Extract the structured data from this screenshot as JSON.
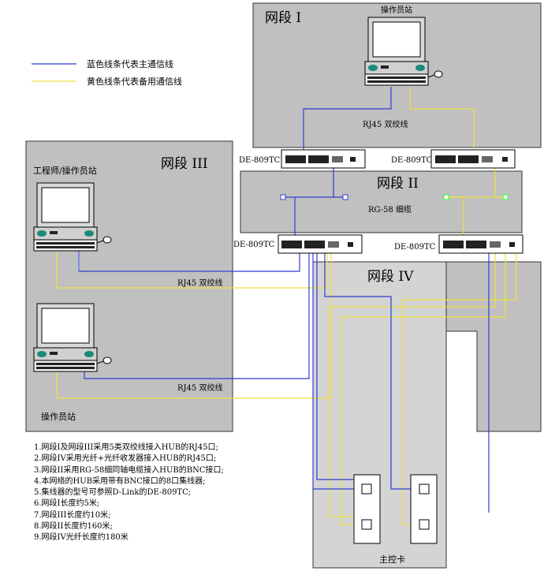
{
  "legend": [
    {
      "text": "蓝色线条代表主通信线",
      "color": "#2f3fd0"
    },
    {
      "text": "黄色线条代表备用通信线",
      "color": "#f0e040"
    }
  ],
  "segments": {
    "seg1": {
      "title": "网段 I",
      "station": "操作员站",
      "cable_label": "RJ45 双绞线"
    },
    "seg2": {
      "title": "网段 II",
      "cable_label": "RG-58 细缆"
    },
    "seg3": {
      "title": "网段 III",
      "station_top": "工程师/操作员站",
      "station_bottom": "操作员站",
      "cable_label_1": "RJ45 双绞线",
      "cable_label_2": "RJ45 双绞线"
    },
    "seg4": {
      "title": "网段 IV",
      "main_card": "主控卡"
    }
  },
  "hubs": [
    "DE-809TC",
    "DE-809TC",
    "DE-809TC",
    "DE-809TC"
  ],
  "notes": [
    "1.网段I及网段III采用5类双绞线接入HUB的RJ45口;",
    "2.网段IV采用光纤+光纤收发器接入HUB的RJ45口;",
    "3.网段II采用RG-58细同轴电缆接入HUB的BNC接口;",
    "4.本网络的HUB采用带有BNC接口的8口集线器;",
    "5.集线器的型号可参照D-Link的DE-809TC;",
    "6.网段I长度约5米;",
    "7.网段III长度约10米;",
    "8.网段II长度约160米;",
    "9.网段IV光纤长度约180米"
  ],
  "colors": {
    "panel": "#c0c0c0",
    "panel_light": "#d4d4d4",
    "main_line": "#2f3fd0",
    "backup_line": "#f0e040",
    "coax_main": "#6a7ae8"
  }
}
